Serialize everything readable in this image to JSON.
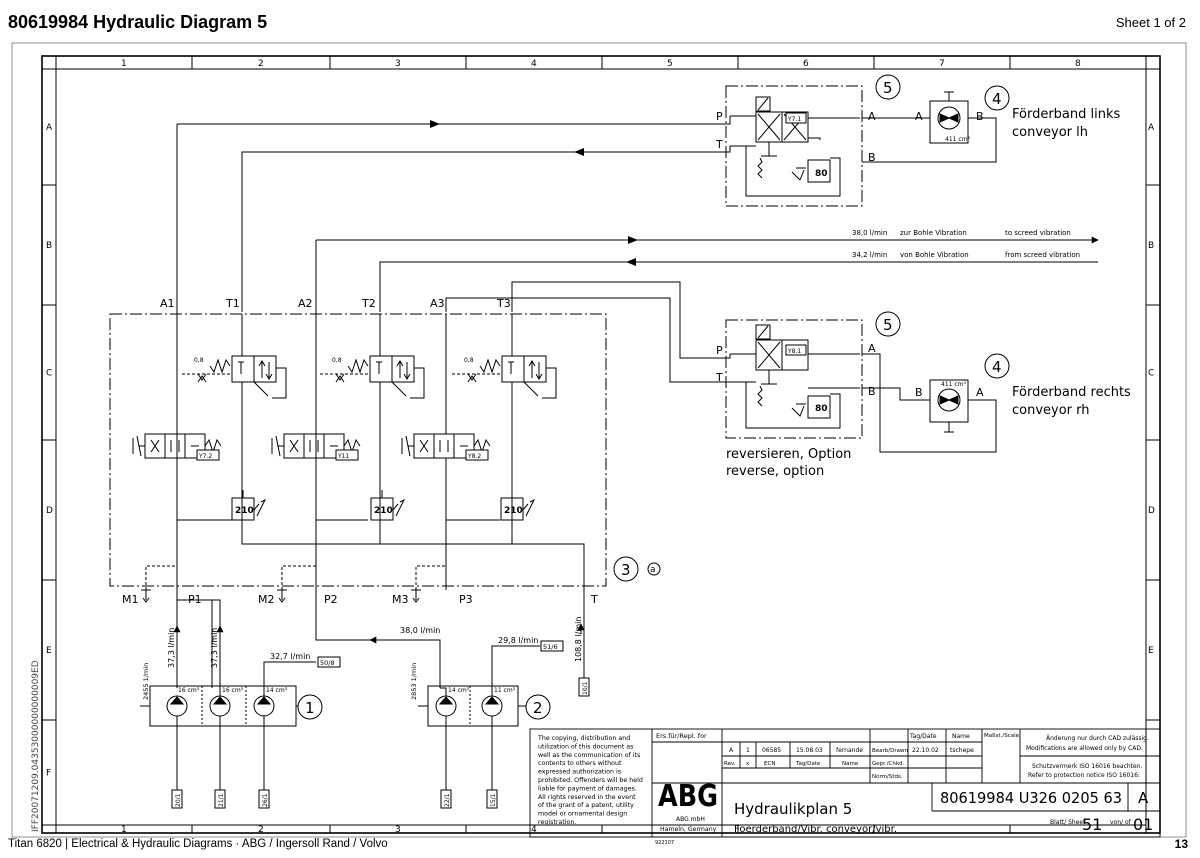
{
  "header": {
    "title": "80619984  Hydraulic Diagram 5",
    "sheet": "Sheet 1 of 2"
  },
  "footer": {
    "text": "Titan 6820  |  Electrical & Hydraulic Diagrams  ·  ABG / Ingersoll Rand / Volvo",
    "page": "13"
  },
  "frame": {
    "columns": [
      "1",
      "2",
      "3",
      "4",
      "5",
      "6",
      "7",
      "8"
    ],
    "rows": [
      "A",
      "B",
      "C",
      "D",
      "E",
      "F"
    ],
    "side_code": "IFF20071209.04353000000000009ED"
  },
  "diagram": {
    "motor_left": {
      "callout": "4",
      "label_de": "Förderband links",
      "label_en": "conveyor lh",
      "port_a": "A",
      "port_b": "B",
      "displacement": "411 cm³"
    },
    "motor_right": {
      "callout": "4",
      "label_de": "Förderband rechts",
      "label_en": "conveyor rh",
      "port_a": "A",
      "port_b": "B",
      "displacement": "411 cm³"
    },
    "valve_top": {
      "callout": "5",
      "solenoid": "Y7.1",
      "relief": "80",
      "port_p": "P",
      "port_t": "T",
      "port_a": "A",
      "port_b": "B"
    },
    "valve_mid": {
      "callout": "5",
      "solenoid": "Y8.1",
      "relief": "80",
      "port_p": "P",
      "port_t": "T",
      "port_a": "A",
      "port_b": "B",
      "note_de": "reversieren, Option",
      "note_en": "reverse, option"
    },
    "vibration": {
      "to_flow": "38,0 l/min",
      "to_de": "zur Bohle Vibration",
      "to_en": "to  screed vibration",
      "from_flow": "34,2 l/min",
      "from_de": "von Bohle Vibration",
      "from_en": "from screed vibration"
    },
    "block": {
      "callout": "3",
      "sub": "a",
      "top_ports": [
        "A1",
        "T1",
        "A2",
        "T2",
        "A3",
        "T3"
      ],
      "bottom_ports": [
        "M1",
        "P1",
        "M2",
        "P2",
        "M3",
        "P3",
        "T"
      ],
      "orifice": "0,8",
      "solenoids": [
        "Y7.2",
        "Y11",
        "Y8.2"
      ],
      "relief": "210"
    },
    "pump1": {
      "callout": "1",
      "rpm": "2455 1/min",
      "flows": [
        "37,3 l/min",
        "37,3 l/min",
        "32,7 l/min"
      ],
      "flow_ref": "50/8",
      "displacements": [
        "16 cm³",
        "16 cm³",
        "14 cm³"
      ],
      "refs": [
        "20/1",
        "21/1",
        "26/1"
      ]
    },
    "pump2": {
      "callout": "2",
      "rpm": "2853 1/min",
      "flows": [
        "38,0 l/min",
        "29,8 l/min"
      ],
      "flow_ref": "51/6",
      "displacements": [
        "14 cm³",
        "11 cm³"
      ],
      "refs": [
        "22/1",
        "15/1"
      ]
    },
    "tank": {
      "flow": "108,8 l/min",
      "ref": "10/1"
    }
  },
  "titleblock": {
    "disclaimer": [
      "The copying, distribution and",
      "utilization of this document as",
      "well as the communication of its",
      "contents to others without",
      "expressed authorization is",
      "prohibited. Offenders will be held",
      "liable for payment of damages.",
      "All rights reserved in the event",
      "of the grant of a patent, utility",
      "model or ornamental design",
      "registration."
    ],
    "ers": "Ers.für/Repl. for",
    "rev_a": "A",
    "rev_1": "1",
    "ecn_no": "06585",
    "ecn_date": "15.08.03",
    "ecn_name": "fernande",
    "rev_lbl": "Rev.",
    "x_lbl": "x",
    "ecn_lbl": "ECN",
    "tag_lbl": "Tag/Date",
    "name_lbl": "Name",
    "tagdate_hdr": "Tag/Date",
    "name_hdr": "Name",
    "massst": "Maßst./Scale",
    "bearb": "Bearb/Drawn",
    "bearb_date": "22.10.02",
    "bearb_name": "tschepe",
    "gepr": "Gepr./Chkd.",
    "norm": "Norm/Stds.",
    "notice_de": "Änderung nur durch CAD zulässig.",
    "notice_de2": "Modifications are allowed only by CAD.",
    "iso_de": "Schutzvermerk ISO 16016 beachten.",
    "iso_en": "Refer to protection notice ISO 16016.",
    "logo": "ABG",
    "company": "ABG mbH",
    "city": "Hameln, Germany",
    "code_small": "922107",
    "plan_title": "Hydraulikplan 5",
    "plan_sub": "Foerderband/Vibr. conveyor/vibr.",
    "drawing_no": "80619984  U326 0205 63",
    "drawing_rev": "A",
    "blatt_lbl": "Blatt/ Sheet",
    "blatt": "51",
    "von_lbl": "von/ of",
    "von": "01"
  }
}
